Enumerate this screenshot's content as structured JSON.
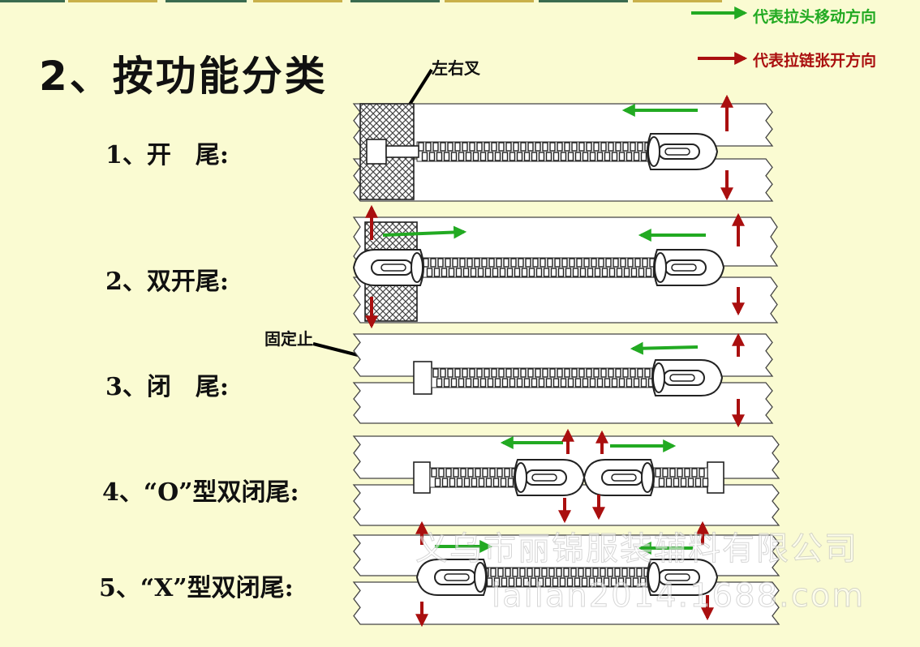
{
  "title": "2、按功能分类",
  "legend": {
    "green_text": "代表拉头移动方向",
    "red_text": "代表拉链张开方向",
    "green_color": "#22aa22",
    "red_color": "#aa0f0f"
  },
  "callouts": {
    "fork": "左右叉",
    "stop": "固定止"
  },
  "rows": [
    {
      "label": "1、开　尾:"
    },
    {
      "label": "2、双开尾:"
    },
    {
      "label": "3、闭　尾:"
    },
    {
      "label": "4、“O”型双闭尾:"
    },
    {
      "label": "5、“X”型双闭尾:"
    }
  ],
  "watermark": {
    "line1": "义乌市丽锦服装辅料有限公司",
    "line2": "lailan2014.1688.com"
  }
}
